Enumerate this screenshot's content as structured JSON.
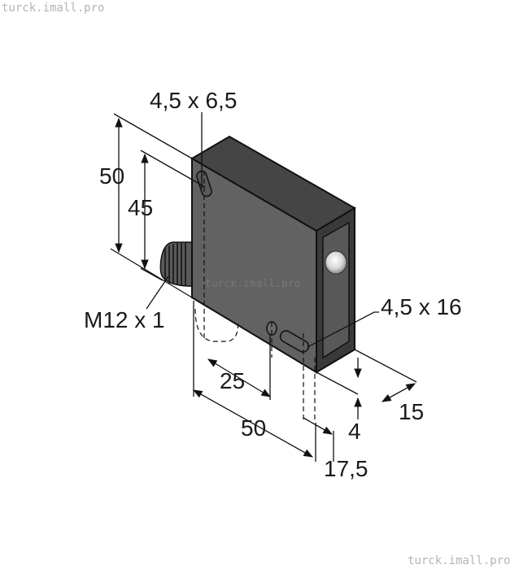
{
  "watermark": {
    "top": "turck.imall.pro",
    "bottom": "turck.imall.pro",
    "center": "turck.imall.pro"
  },
  "dimensions": {
    "top_slot": "4,5 x 6,5",
    "height_overall": "50",
    "height_holes": "45",
    "connector": "M12 x 1",
    "side_slot": "4,5 x 16",
    "hole_spacing": "25",
    "depth_overall": "50",
    "offset": "17,5",
    "thickness": "4",
    "width": "15"
  },
  "colors": {
    "housing_front": "#5f5f5f",
    "housing_top": "#444444",
    "housing_side": "#3a3a3a",
    "outline": "#111111"
  }
}
